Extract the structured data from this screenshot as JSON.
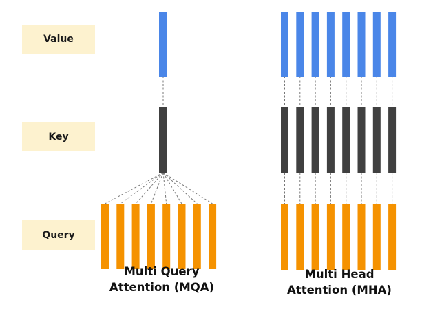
{
  "labels": {
    "value": "Value",
    "key": "Key",
    "query": "Query"
  },
  "captions": {
    "mqa_line1": "Multi Query",
    "mqa_line2": "Attention (MQA)",
    "mha_line1": "Multi Head",
    "mha_line2": "Attention (MHA)"
  },
  "heads": {
    "mqa_queries": 8,
    "mqa_keys": 1,
    "mqa_values": 1,
    "mha_heads": 8
  },
  "colors": {
    "value": "#4a86e8",
    "key": "#404040",
    "query": "#f59200",
    "label_bg": "#fdf2cf",
    "connector": "#777777"
  }
}
